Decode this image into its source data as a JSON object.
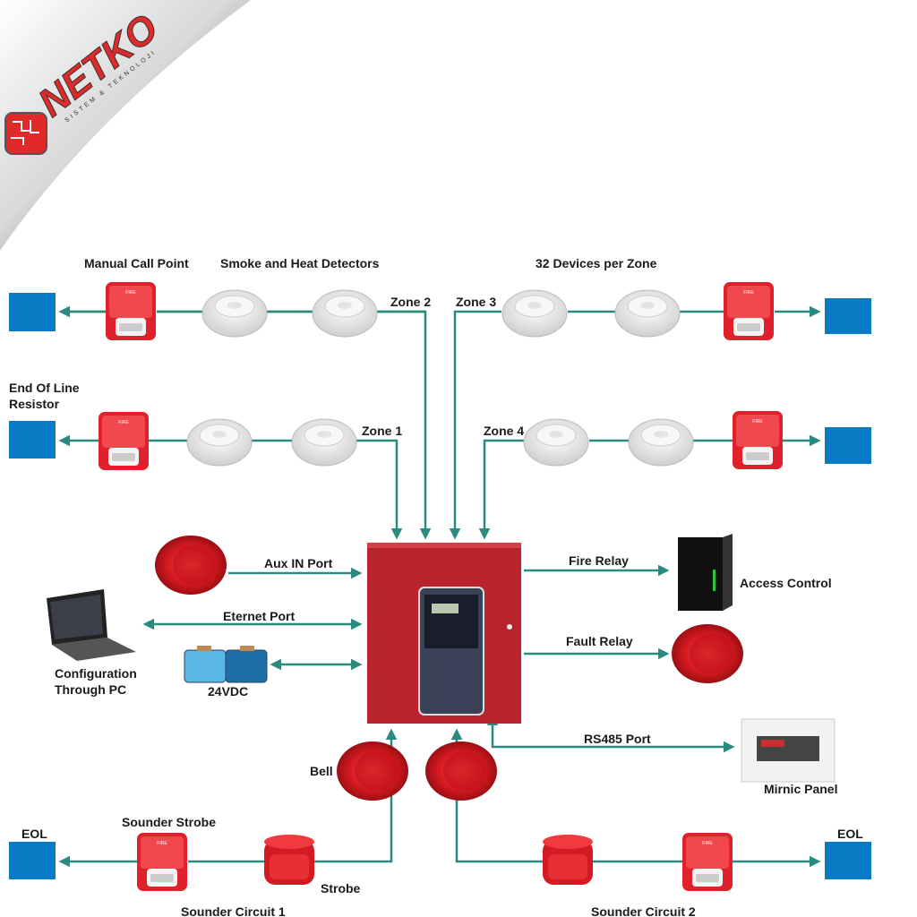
{
  "logo": {
    "brand": "NETKO",
    "tagline": "SISTEM & TEKNOLOJI"
  },
  "labels": {
    "manual_call_point": "Manual Call Point",
    "smoke_heat": "Smoke and Heat Detectors",
    "devices_per_zone": "32 Devices per Zone",
    "eol_resistor_1": "End Of Line",
    "eol_resistor_2": "Resistor",
    "zone1": "Zone 1",
    "zone2": "Zone 2",
    "zone3": "Zone 3",
    "zone4": "Zone 4",
    "aux_in": "Aux IN Port",
    "ethernet": "Eternet Port",
    "config_1": "Configuration",
    "config_2": "Through PC",
    "battery": "24VDC",
    "fire_relay": "Fire Relay",
    "access_control": "Access Control",
    "fault_relay": "Fault Relay",
    "rs485": "RS485 Port",
    "mimic_panel": "Mirnic Panel",
    "bell": "Bell",
    "sounder_strobe": "Sounder Strobe",
    "strobe": "Strobe",
    "sounder_circuit_1": "Sounder Circuit 1",
    "sounder_circuit_2": "Sounder Circuit 2",
    "eol_left": "EOL",
    "eol_right": "EOL"
  },
  "colors": {
    "line": "#2b8a80",
    "eol_box": "#0a7ac4",
    "panel": "#b8232e",
    "device_red": "#e0202a",
    "logo_red": "#e02a2a"
  }
}
